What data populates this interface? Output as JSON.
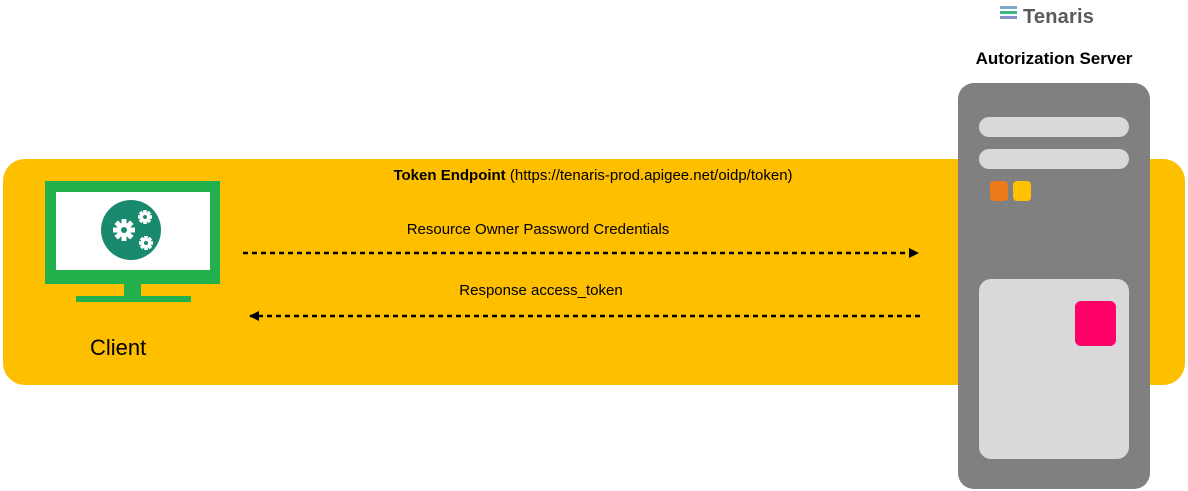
{
  "brand": {
    "name": "Tenaris",
    "logo_stripe_colors": [
      "#7fa8c9",
      "#3bb58a",
      "#8a8fc4"
    ]
  },
  "server": {
    "title": "Autorization Server",
    "body_color": "#808080",
    "panel_color": "#d9d9d9",
    "led_colors": [
      "#ec7a18",
      "#ffc000"
    ],
    "card_chip_color": "#ff0066"
  },
  "band": {
    "color": "#fdbf00"
  },
  "endpoint": {
    "label_bold": "Token Endpoint",
    "label_url": "(https://tenaris-prod.apigee.net/oidp/token)"
  },
  "arrows": {
    "request_label": "Resource Owner Password Credentials",
    "response_label": "Response access_token"
  },
  "client": {
    "label": "Client",
    "monitor_color": "#21b04b",
    "gear_circle_color": "#1a8a6e",
    "icon": "gears-icon"
  }
}
